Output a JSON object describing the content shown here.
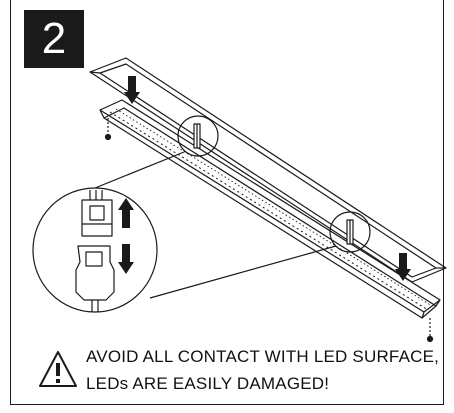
{
  "step": {
    "number": "2"
  },
  "warning": {
    "icon": "warning-triangle-icon",
    "line1": "AVOID ALL CONTACT WITH LED SURFACE,",
    "line2": "LEDs ARE EASILY DAMAGED!"
  },
  "colors": {
    "ink": "#1a1a1a",
    "background": "#ffffff"
  }
}
